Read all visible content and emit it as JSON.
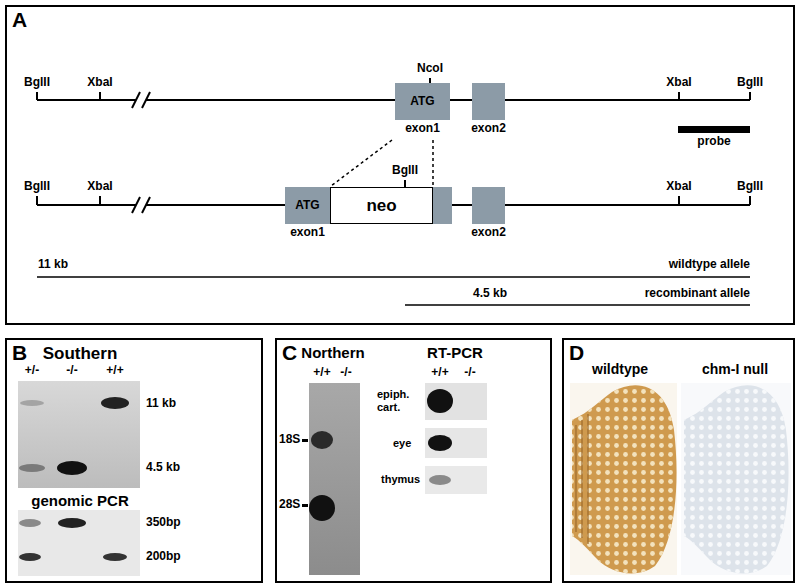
{
  "diagram": {
    "nodes": [
      {
        "text": [
          "A"
        ]
      },
      {
        "text": [
          "ATG",
          "exon1"
        ],
        "in": 0
      },
      {
        "text": [
          "exon2"
        ],
        "in": 0
      },
      {
        "text": [
          "probe"
        ],
        "in": 0
      },
      {
        "text": [
          "ATG",
          "exon1"
        ],
        "in": 0
      },
      {
        "text": [
          "neo"
        ],
        "in": 0
      },
      {
        "text": [
          "exon2"
        ],
        "in": 0
      },
      {
        "text": [
          "B"
        ]
      },
      {
        "text": [
          "C"
        ]
      },
      {
        "text": [
          "D"
        ]
      }
    ],
    "labels": [
      "BglII",
      "XbaI",
      "NcoI",
      "XbaI",
      "BglII",
      "BglII",
      "XbaI",
      "BglII",
      "XbaI",
      "BglII",
      "11 kb",
      "wildtype allele",
      "4.5 kb",
      "recombinant allele",
      "Southern",
      "+/-",
      "-/-",
      "+/+",
      "11 kb",
      "4.5 kb",
      "genomic PCR",
      "350bp",
      "200bp",
      "Northern",
      "+/+",
      "-/-",
      "18S",
      "28S",
      "RT-PCR",
      "+/+",
      "-/-",
      "epiph. cart.",
      "eye",
      "thymus",
      "wildtype",
      "chm-I null"
    ]
  }
}
